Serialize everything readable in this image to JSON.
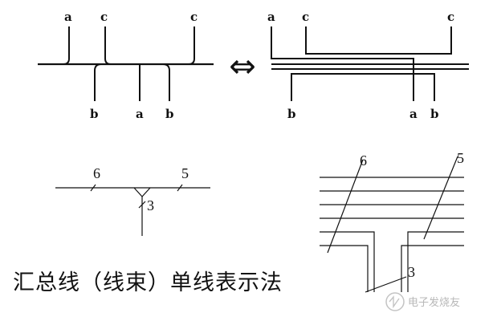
{
  "diagram": {
    "top_left": {
      "top_labels": [
        "a",
        "c",
        "c"
      ],
      "bottom_labels": [
        "b",
        "a",
        "b"
      ]
    },
    "equivalence_symbol": "⇔",
    "top_right": {
      "top_labels": [
        "a",
        "c",
        "c"
      ],
      "bottom_labels": [
        "b",
        "a",
        "b"
      ]
    },
    "bottom_left": {
      "numbers": [
        "6",
        "5",
        "3"
      ]
    },
    "bottom_right": {
      "numbers": [
        "6",
        "5",
        "3"
      ]
    },
    "caption": "汇总线（线束）单线表示法",
    "watermark": "电子发烧友"
  }
}
